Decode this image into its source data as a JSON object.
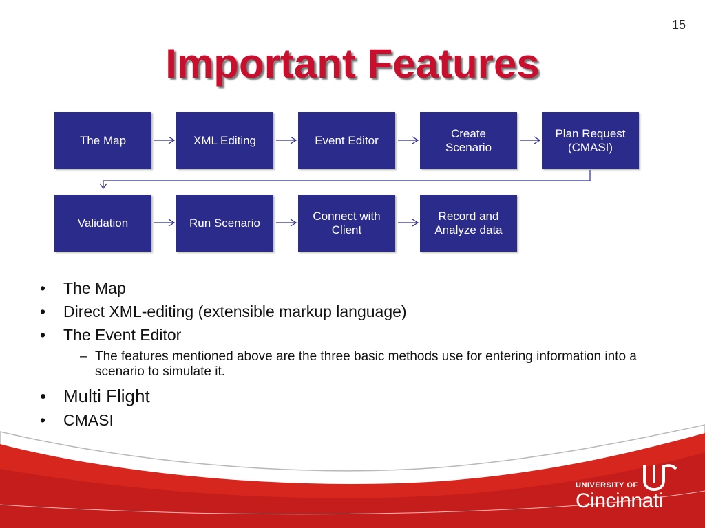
{
  "slide": {
    "page_number": "15",
    "title": "Important Features"
  },
  "flow": {
    "row1": [
      "The Map",
      "XML Editing",
      "Event Editor",
      "Create\nScenario",
      "Plan Request\n(CMASI)"
    ],
    "row2": [
      "Validation",
      "Run Scenario",
      "Connect with\nClient",
      "Record and\nAnalyze data"
    ]
  },
  "bullets": {
    "item1": "The Map",
    "item2": "Direct XML-editing (extensible markup language)",
    "item3": "The Event Editor",
    "sub1": "The features mentioned above are the three basic methods use for entering information into a scenario to simulate it.",
    "item4": "Multi Flight",
    "item5": "CMASI"
  },
  "logo": {
    "university_of": "UNIVERSITY OF",
    "name": "Cincinnati"
  },
  "colors": {
    "title": "#c8102e",
    "box_fill": "#2b2b8c",
    "footer_red": "#d7261e"
  }
}
